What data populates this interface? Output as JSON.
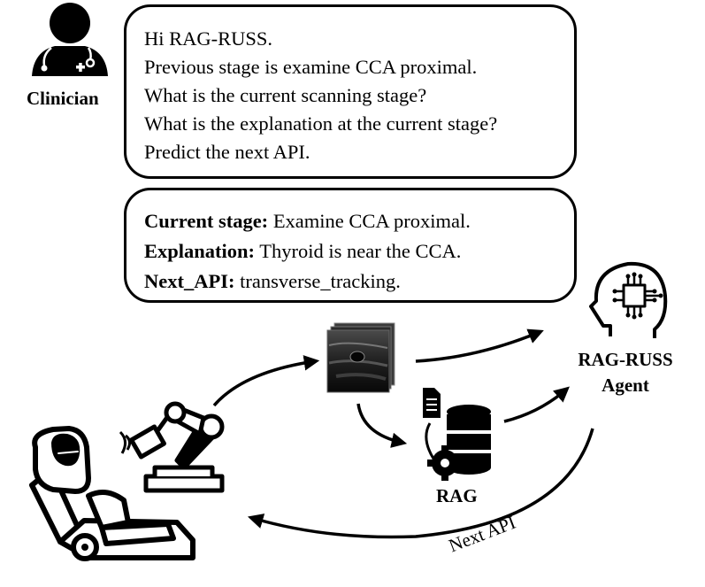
{
  "clinician": {
    "label": "Clinician"
  },
  "query": {
    "lines": [
      "Hi RAG-RUSS.",
      "Previous stage is examine CCA proximal.",
      "What is the current scanning stage?",
      "What is the explanation at the current stage?",
      "Predict the next API."
    ]
  },
  "response": {
    "current_stage": {
      "label": "Current stage:",
      "value": " Examine CCA proximal."
    },
    "explanation": {
      "label": "Explanation:",
      "value": " Thyroid is near the CCA."
    },
    "next_api": {
      "label": "Next_API:",
      "value": " transverse_tracking."
    }
  },
  "agent": {
    "line1": "RAG-RUSS",
    "line2": "Agent"
  },
  "rag": {
    "label": "RAG"
  },
  "feedback": {
    "label": "Next API"
  }
}
